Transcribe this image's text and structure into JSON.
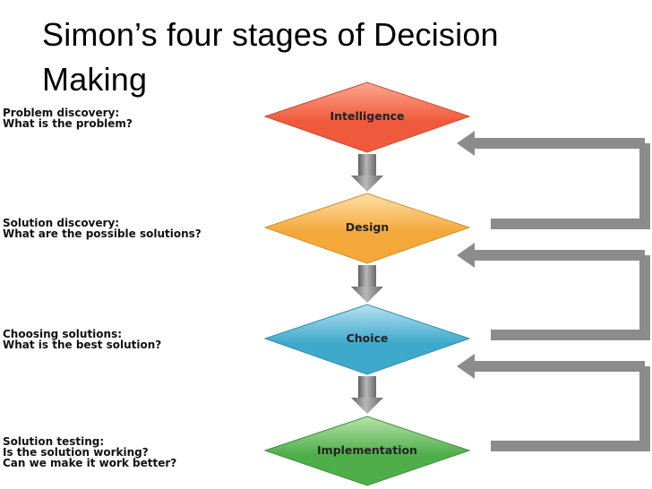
{
  "title": "Simon’s four stages of Decision Making",
  "stages": [
    {
      "name": "Intelligence",
      "description_lines": [
        "Problem discovery:",
        "What is the problem?"
      ],
      "color": "#f05a3c",
      "highlight": "#fca88f"
    },
    {
      "name": "Design",
      "description_lines": [
        "Solution discovery:",
        "What are the possible solutions?"
      ],
      "color": "#f5a83a",
      "highlight": "#fde0a8"
    },
    {
      "name": "Choice",
      "description_lines": [
        "Choosing solutions:",
        "What is the best solution?"
      ],
      "color": "#3fa9cc",
      "highlight": "#b6e2f0"
    },
    {
      "name": "Implementation",
      "description_lines": [
        "Solution testing:",
        "Is the solution working?",
        "Can we make it work better?"
      ],
      "color": "#4fae4a",
      "highlight": "#b9e4a9"
    }
  ],
  "connector_color": "#8c8c8c"
}
